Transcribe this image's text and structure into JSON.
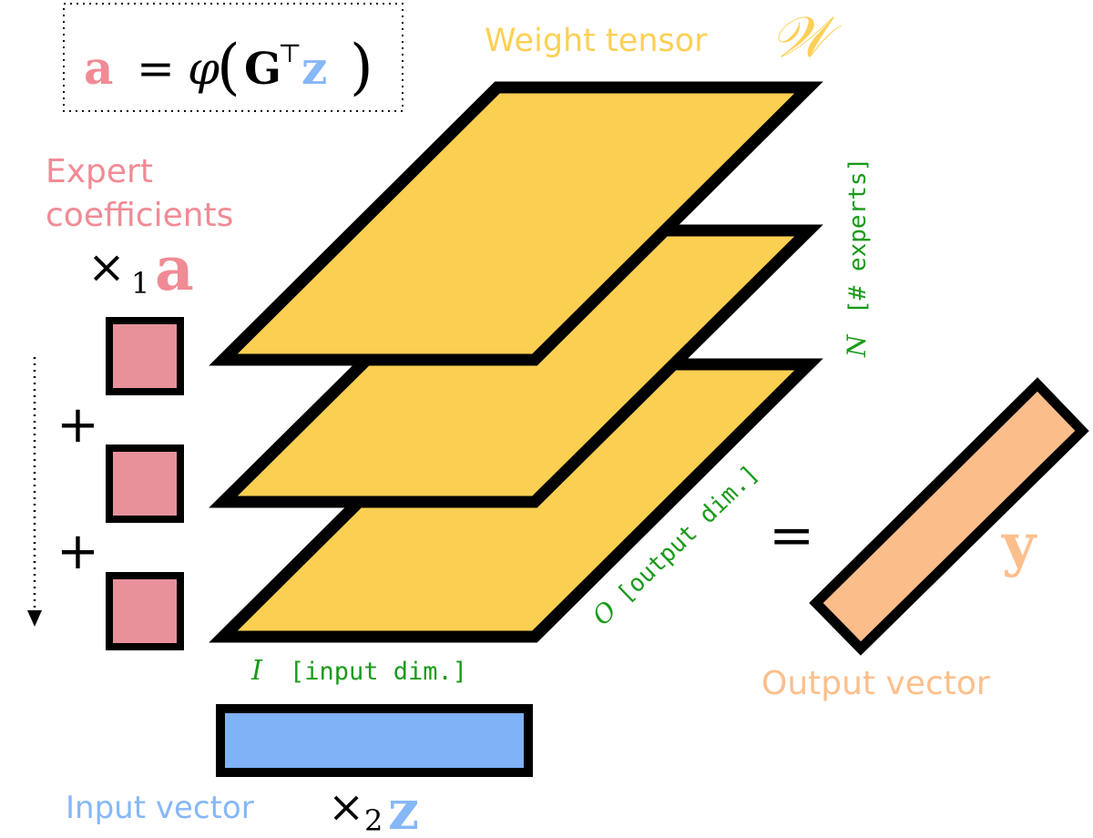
{
  "colors": {
    "pink": "#e8919b",
    "pink_text": "#f08b95",
    "blue": "#7fb2f7",
    "blue_text": "#86b7f7",
    "yellow": "#fbcf52",
    "yellow_text": "#fcd057",
    "orange": "#fbbd8a",
    "orange_text": "#fcbf8c",
    "green": "#1a9a1a",
    "black": "#000000"
  },
  "equation": {
    "lhs": "a",
    "equals": "=",
    "phi": "φ",
    "open": "(",
    "G": "G",
    "transpose": "⊤",
    "z": "z",
    "close": ")"
  },
  "weight_tensor": {
    "label": "Weight tensor",
    "symbol": "𝒲"
  },
  "expert": {
    "label_line1": "Expert",
    "label_line2": "coefficients",
    "mode_times": "×",
    "mode_sub": "1",
    "mode_symbol": "a",
    "plus": "+"
  },
  "dims": {
    "n_symbol": "N",
    "n_label": "[# experts]",
    "o_symbol": "O",
    "o_label": "[output dim.]",
    "i_symbol": "I",
    "i_label": "[input dim.]"
  },
  "output": {
    "equals": "=",
    "symbol": "y",
    "label": "Output vector"
  },
  "input": {
    "label": "Input vector",
    "mode_times": "×",
    "mode_sub": "2",
    "mode_symbol": "z"
  }
}
